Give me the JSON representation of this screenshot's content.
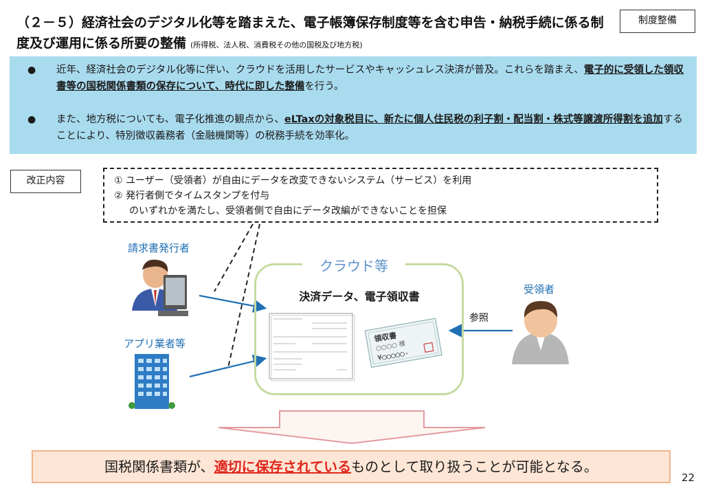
{
  "header": {
    "title": "（２－５）経済社会のデジタル化等を踏まえた、電子帳簿保存制度等を含む申告・納税手続に係る制度及び運用に係る所要の整備",
    "title_sub": "(所得税、法人税、消費税その他の国税及び地方税)",
    "tag": "制度整備"
  },
  "summary": {
    "bullet_symbol": "●",
    "b1_pre": "近年、経済社会のデジタル化等に伴い、クラウドを活用したサービスやキャッシュレス決済が普及。これらを踏まえ、",
    "b1_bold": "電子的に受領した領収書等の国税関係書類の保存について、時代に即した整備",
    "b1_post": "を行う。",
    "b2_pre": "また、地方税についても、電子化推進の観点から、",
    "b2_bold": "eLTaxの対象税目に、新たに個人住民税の利子割・配当割・株式等譲渡所得割を追加",
    "b2_post": "することにより、特別徴収義務者（金融機関等）の税務手続を効率化。"
  },
  "revision": {
    "label": "改正内容",
    "cond1": "① ユーザー（受領者）が自由にデータを改変できないシステム（サービス）を利用",
    "cond2": "② 発行者側でタイムスタンプを付与",
    "cond3": "のいずれかを満たし、受領者側で自由にデータ改編ができないことを担保"
  },
  "diagram": {
    "issuer_label": "請求書発行者",
    "app_label": "アプリ業者等",
    "cloud_title": "クラウド等",
    "cloud_sub": "決済データ、電子領収書",
    "recipient_label": "受領者",
    "refer_label": "参照",
    "receipt_title": "領収書",
    "receipt_name": "○○○○ 様",
    "receipt_amount": "¥○○○○○-",
    "arrow_color": "#1f6fb3"
  },
  "result": {
    "pre": "国税関係書類が、",
    "highlight": "適切に保存されている",
    "post": "ものとして取り扱うことが可能となる。"
  },
  "page_number": "22"
}
